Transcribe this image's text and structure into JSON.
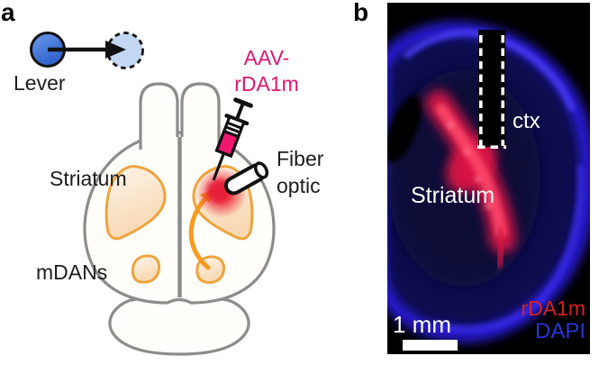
{
  "panel_a": {
    "label": "a",
    "lever_label": "Lever",
    "striatum_label": "Striatum",
    "mdans_label": "mDANs",
    "aav_label": {
      "line1": "AAV-",
      "line2": "rDA1m"
    },
    "fiber_label": {
      "line1": "Fiber",
      "line2": "optic"
    }
  },
  "panel_b": {
    "label": "b",
    "ctx_label": "ctx",
    "striatum_label": "Striatum",
    "scale_bar_label": "1 mm",
    "legend": {
      "red_channel_label": "rDA1m",
      "blue_channel_label": "DAPI"
    }
  },
  "colors": {
    "magenta_accent": "#db1670",
    "schematic_outline_gray": "#8c8c8c",
    "striatum_outline_orange": "#eda43e",
    "projection_arrow_orange": "#f59b1f",
    "injection_glow_red": "#ee1b2e",
    "lever_blue": "#3f74d9",
    "lever_target_blue": "#c3d7f2",
    "syringe_fill_pink": "#f0186e",
    "micrograph_red": "#d6221c",
    "micrograph_blue": "#2835d8"
  }
}
